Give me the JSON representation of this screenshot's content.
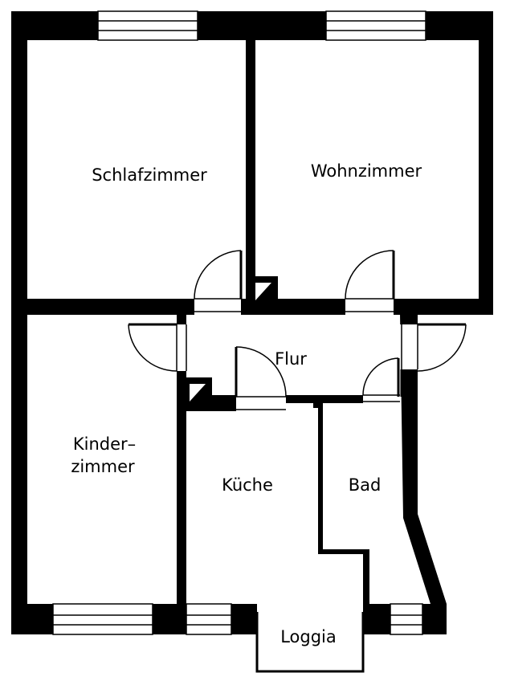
{
  "rooms": {
    "schlafzimmer": "Schlafzimmer",
    "wohnzimmer": "Wohnzimmer",
    "flur": "Flur",
    "kinderzimmer_line1": "Kinder–",
    "kinderzimmer_line2": "zimmer",
    "kueche": "Küche",
    "bad": "Bad",
    "loggia": "Loggia"
  },
  "colors": {
    "wall": "#000000",
    "background": "#ffffff"
  }
}
